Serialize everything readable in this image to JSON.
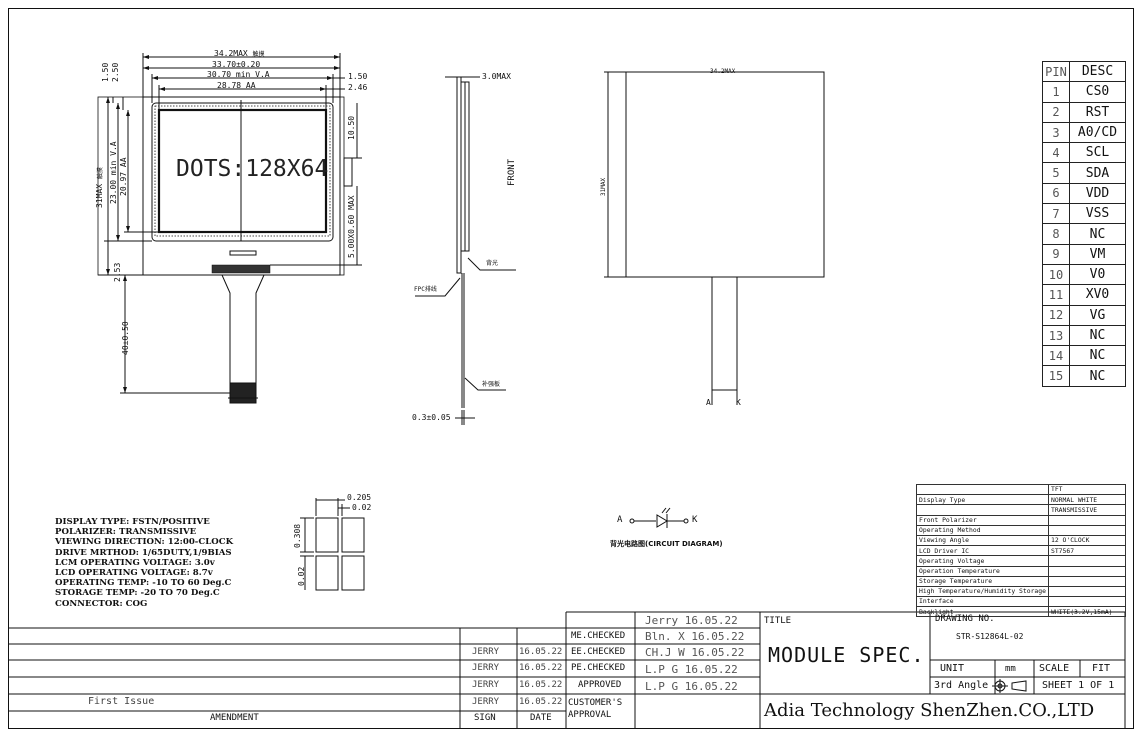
{
  "front_view": {
    "dim_width_max": "34.2MAX",
    "dim_width_max_cn": "触摸",
    "dim_width": "33.70±0.20",
    "dim_va_w": "30.70 min V.A",
    "dim_aa_w": "28.78 AA",
    "dim_right_offset": "1.50",
    "dim_right_inner": "2.46",
    "dim_top_1": "1.50",
    "dim_top_2": "2.50",
    "dim_height_max": "31MAX",
    "dim_height_max_cn": "触摸",
    "dim_va_h": "23.00 min V.A",
    "dim_aa_h": "20.97 AA",
    "dim_right_10": "10.50",
    "dim_connector": "5.00X0.60 MAX",
    "dim_bottom": "2.53",
    "dim_fpc": "40±0.50",
    "dots_label": "DOTS:128X64"
  },
  "side_view": {
    "dim_thickness": "3.0MAX",
    "front_label": "FRONT",
    "dim_fpc_thick": "0.3±0.05",
    "callout_1": "背光",
    "callout_2": "FPC排线",
    "callout_3": "补强板"
  },
  "back_view": {
    "dim_width": "34.2MAX",
    "dim_height": "31MAX",
    "pin_a": "A",
    "pin_k": "K"
  },
  "pins": {
    "header_pin": "PIN",
    "header_desc": "DESC",
    "rows": [
      {
        "pin": "1",
        "desc": "CS0"
      },
      {
        "pin": "2",
        "desc": "RST"
      },
      {
        "pin": "3",
        "desc": "A0/CD"
      },
      {
        "pin": "4",
        "desc": "SCL"
      },
      {
        "pin": "5",
        "desc": "SDA"
      },
      {
        "pin": "6",
        "desc": "VDD"
      },
      {
        "pin": "7",
        "desc": "VSS"
      },
      {
        "pin": "8",
        "desc": "NC"
      },
      {
        "pin": "9",
        "desc": "VM"
      },
      {
        "pin": "10",
        "desc": "V0"
      },
      {
        "pin": "11",
        "desc": "XV0"
      },
      {
        "pin": "12",
        "desc": "VG"
      },
      {
        "pin": "13",
        "desc": "NC"
      },
      {
        "pin": "14",
        "desc": "NC"
      },
      {
        "pin": "15",
        "desc": "NC"
      }
    ]
  },
  "notes": [
    "DISPLAY TYPE: FSTN/POSITIVE",
    "POLARIZER: TRANSMISSIVE",
    "VIEWING DIRECTION: 12:00-CLOCK",
    "DRIVE MRTHOD: 1/65DUTY,1/9BIAS",
    "LCM OPERATING VOLTAGE: 3.0v",
    "LCD OPERATING VOLTAGE: 8.7v",
    "OPERATING TEMP: -10 TO 60 Deg.C",
    "STORAGE TEMP: -20 TO 70 Deg.C",
    "CONNECTOR: COG"
  ],
  "pixel_detail": {
    "dim_pitch": "0.205",
    "dim_gap": "0.02",
    "dim_height": "0.308",
    "dim_gap_v": "0.02"
  },
  "circuit": {
    "anode": "A",
    "cathode": "K",
    "caption": "背光电路图(CIRCUIT DIAGRAM)"
  },
  "spec_table": {
    "rows": [
      {
        "k": "",
        "v": "TFT"
      },
      {
        "k": "Display Type",
        "v": "NORMAL WHITE"
      },
      {
        "k": "",
        "v": "TRANSMISSIVE"
      },
      {
        "k": "Front Polarizer",
        "v": ""
      },
      {
        "k": "Operating Method",
        "v": ""
      },
      {
        "k": "Viewing Angle",
        "v": "12 O'CLOCK"
      },
      {
        "k": "LCD Driver IC",
        "v": "ST7567"
      },
      {
        "k": "Operating Voltage",
        "v": ""
      },
      {
        "k": "Operation Temperature",
        "v": ""
      },
      {
        "k": "Storage Temperature",
        "v": ""
      },
      {
        "k": "High Temperature/Humidity Storage",
        "v": ""
      },
      {
        "k": "Interface",
        "v": ""
      },
      {
        "k": "Backlight",
        "v": "WHITE(3.2V,15mA)"
      }
    ]
  },
  "title_block": {
    "first_issue": "First Issue",
    "amendment": "AMENDMENT",
    "sign": "SIGN",
    "date": "DATE",
    "signers": [
      "JERRY",
      "JERRY",
      "JERRY",
      "JERRY"
    ],
    "dates": [
      "16.05.22",
      "16.05.22",
      "16.05.22",
      "16.05.22"
    ],
    "roles": [
      "ME.CHECKED",
      "EE.CHECKED",
      "PE.CHECKED",
      "APPROVED"
    ],
    "customer_approval_1": "CUSTOMER'S",
    "customer_approval_2": "APPROVAL",
    "checkers": [
      "Jerry 16.05.22",
      "Bln. X 16.05.22",
      "CH.J W 16.05.22",
      "L.P G 16.05.22",
      "L.P G 16.05.22"
    ],
    "title_label": "TITLE",
    "title_value": "MODULE SPEC.",
    "drawing_no_label": "DRAWING NO.",
    "drawing_no": "STR-S12864L-02",
    "unit_label": "UNIT",
    "unit_value": "mm",
    "scale_label": "SCALE",
    "scale_value": "FIT",
    "angle_label": "3rd Angle",
    "sheet": "SHEET 1 OF 1",
    "company": "Adia Technology ShenZhen.CO.,LTD"
  }
}
